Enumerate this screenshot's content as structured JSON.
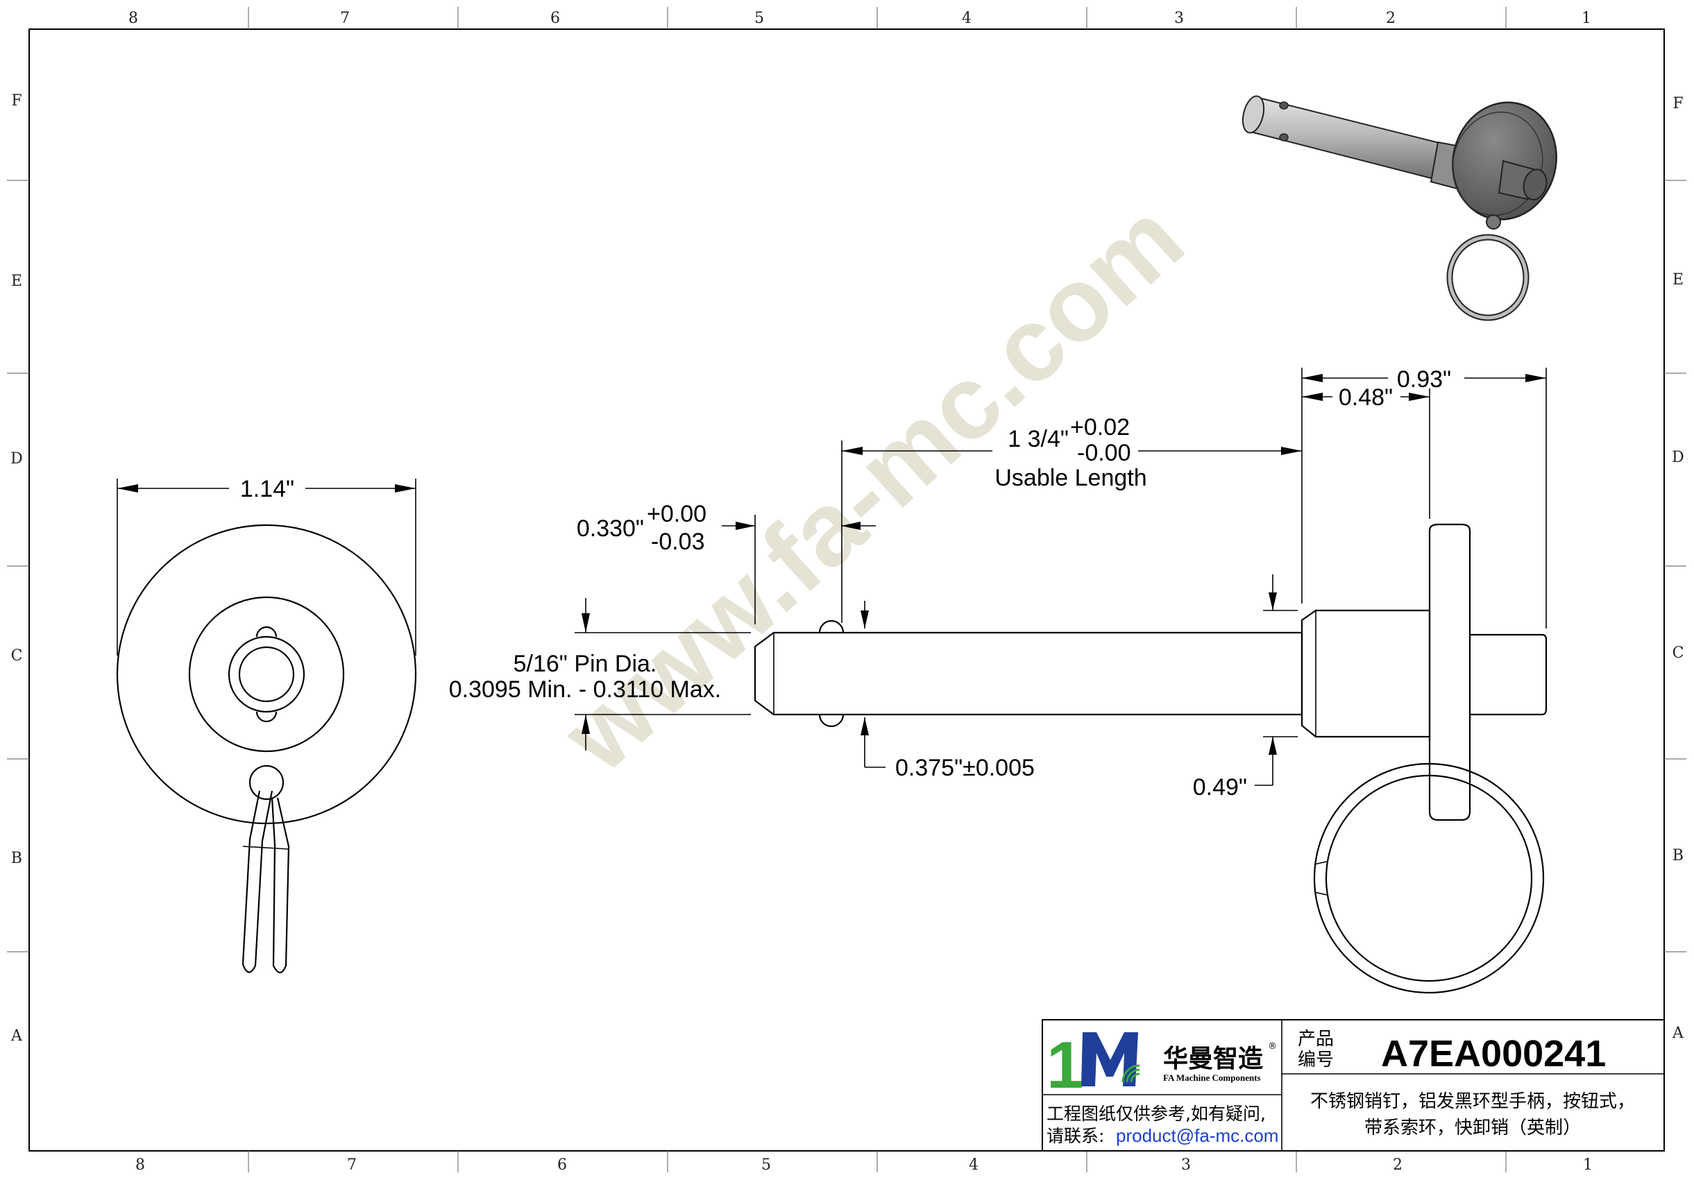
{
  "zones": {
    "columns": [
      "8",
      "7",
      "6",
      "5",
      "4",
      "3",
      "2",
      "1"
    ],
    "rows": [
      "F",
      "E",
      "D",
      "C",
      "B",
      "A"
    ]
  },
  "watermark": "www.fa-mc.com",
  "dimensions": {
    "overall_dia": "1.14\"",
    "groove_dia_main": "0.330\"",
    "groove_dia_tol_plus": "+0.00",
    "groove_dia_tol_minus": "-0.03",
    "pin_dia_line1": "5/16\" Pin Dia.",
    "pin_dia_line2": "0.3095 Min. - 0.3110 Max.",
    "usable_length_main": "1 3/4\"",
    "usable_length_tol_plus": "+0.02",
    "usable_length_tol_minus": "-0.00",
    "usable_length_label": "Usable Length",
    "ball_offset": "0.375\"±0.005",
    "collar_dia": "0.49\"",
    "handle_thk": "0.48\"",
    "handle_total": "0.93\""
  },
  "title_block": {
    "logo_cn": "华曼智造",
    "logo_reg": "®",
    "logo_en": "FA Machine Components",
    "product_label_1": "产品",
    "product_label_2": "编号",
    "product_code": "A7EA000241",
    "note_line1": "工程图纸仅供参考,如有疑问,",
    "note_line2_prefix": "请联系:",
    "email": "product@fa-mc.com",
    "desc_line1": "不锈钢销钉，铝发黑环型手柄，按钮式，",
    "desc_line2": "带系索环，快卸销（英制）"
  },
  "colors": {
    "logo_green": "#3aa83a",
    "logo_blue": "#1f3f9a",
    "email_blue": "#1a3fd0",
    "watermark": "#cfcdb2"
  }
}
